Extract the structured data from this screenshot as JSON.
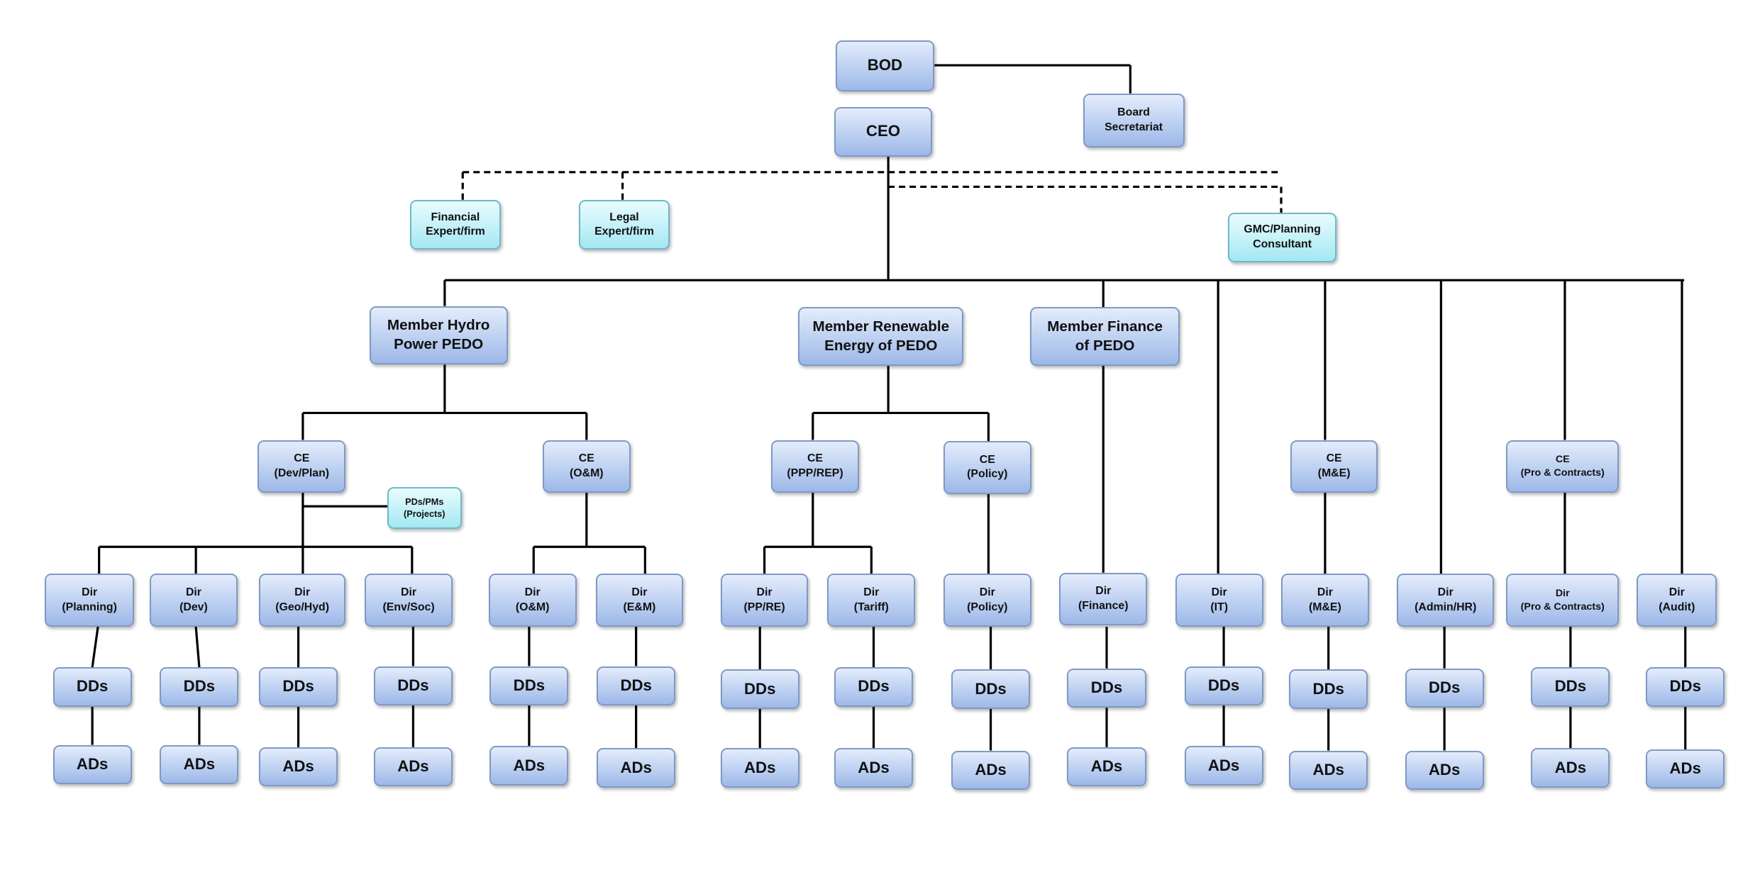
{
  "colors": {
    "node_fill": "#bcd0f1",
    "node_border": "#7f9ac4",
    "advisor_fill": "#c3f1f8",
    "line": "#000000"
  },
  "nodes": {
    "bod": "BOD",
    "ceo": "CEO",
    "board_secretariat": "Board\nSecretariat",
    "financial_expert": "Financial\nExpert/firm",
    "legal_expert": "Legal\nExpert/firm",
    "gmc_consultant": "GMC/Planning\nConsultant",
    "member_hydro": "Member Hydro\nPower PEDO",
    "member_renewable": "Member Renewable\nEnergy of PEDO",
    "member_finance": "Member Finance\nof PEDO",
    "ce_dev_plan": "CE\n(Dev/Plan)",
    "ce_om": "CE\n(O&M)",
    "ce_ppp_rep": "CE\n(PPP/REP)",
    "ce_policy": "CE\n(Policy)",
    "ce_me": "CE\n(M&E)",
    "ce_pro_contracts": "CE\n(Pro & Contracts)",
    "pds_pms": "PDs/PMs\n(Projects)",
    "dir_planning": "Dir\n(Planning)",
    "dir_dev": "Dir\n(Dev)",
    "dir_geo_hyd": "Dir\n(Geo/Hyd)",
    "dir_env_soc": "Dir\n(Env/Soc)",
    "dir_om": "Dir\n(O&M)",
    "dir_em": "Dir\n(E&M)",
    "dir_pp_re": "Dir\n(PP/RE)",
    "dir_tariff": "Dir\n(Tariff)",
    "dir_policy": "Dir\n(Policy)",
    "dir_finance": "Dir\n(Finance)",
    "dir_it": "Dir\n(IT)",
    "dir_me": "Dir\n(M&E)",
    "dir_admin_hr": "Dir\n(Admin/HR)",
    "dir_pro_contracts": "Dir\n(Pro & Contracts)",
    "dir_audit": "Dir\n(Audit)",
    "dds": "DDs",
    "ads": "ADs"
  }
}
